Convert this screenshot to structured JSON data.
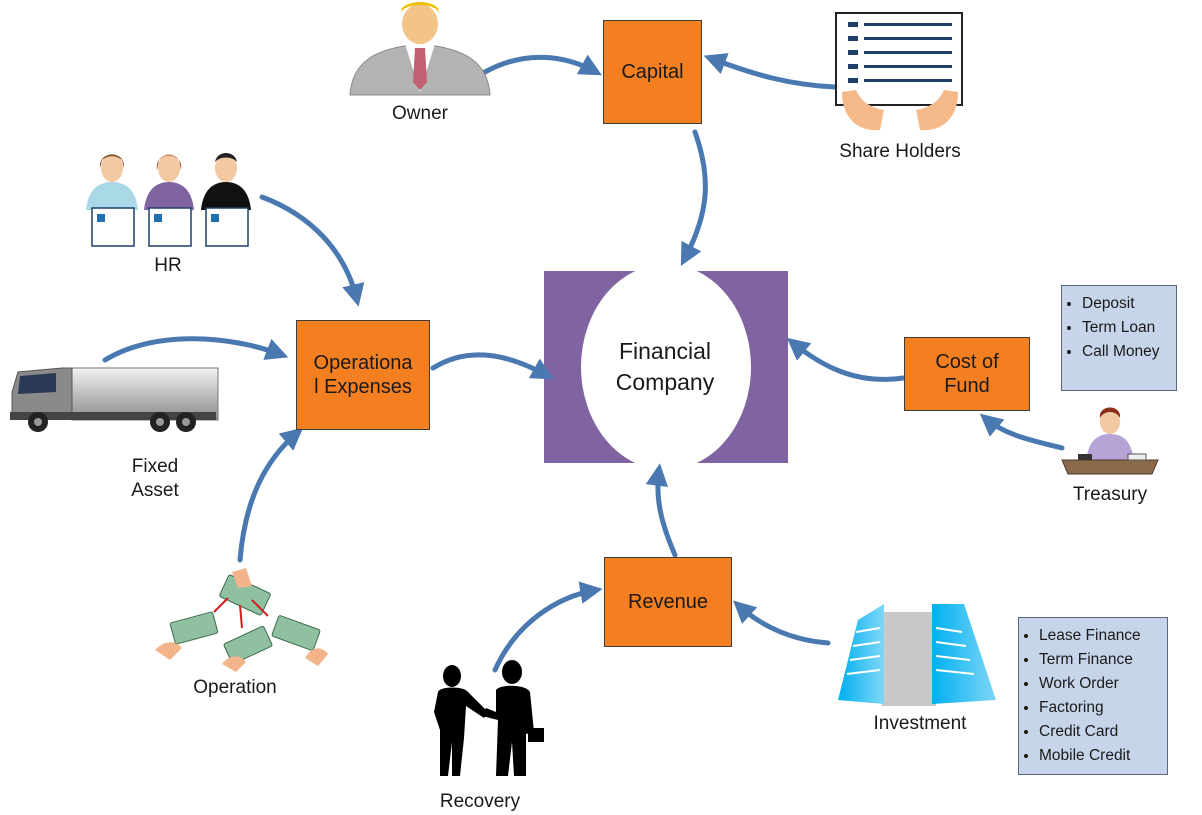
{
  "center": {
    "line1": "Financial",
    "line2": "Company"
  },
  "boxes": {
    "capital": "Capital",
    "operational_line1": "Operationa",
    "operational_line2": "l Expenses",
    "cost_line1": "Cost of",
    "cost_line2": "Fund",
    "revenue": "Revenue"
  },
  "labels": {
    "owner": "Owner",
    "share_holders": "Share Holders",
    "hr": "HR",
    "fixed_asset_line1": "Fixed",
    "fixed_asset_line2": "Asset",
    "operation": "Operation",
    "treasury": "Treasury",
    "investment": "Investment",
    "recovery": "Recovery"
  },
  "fund_sources": [
    "Deposit",
    "Term Loan",
    "Call Money"
  ],
  "investment_types": [
    "Lease Finance",
    "Term Finance",
    "Work Order",
    "Factoring",
    "Credit Card",
    "Mobile Credit"
  ],
  "colors": {
    "box": "#f47f20",
    "bracket": "#8064a2",
    "arrow": "#4a78b0",
    "list_bg": "#c6d5ea"
  }
}
